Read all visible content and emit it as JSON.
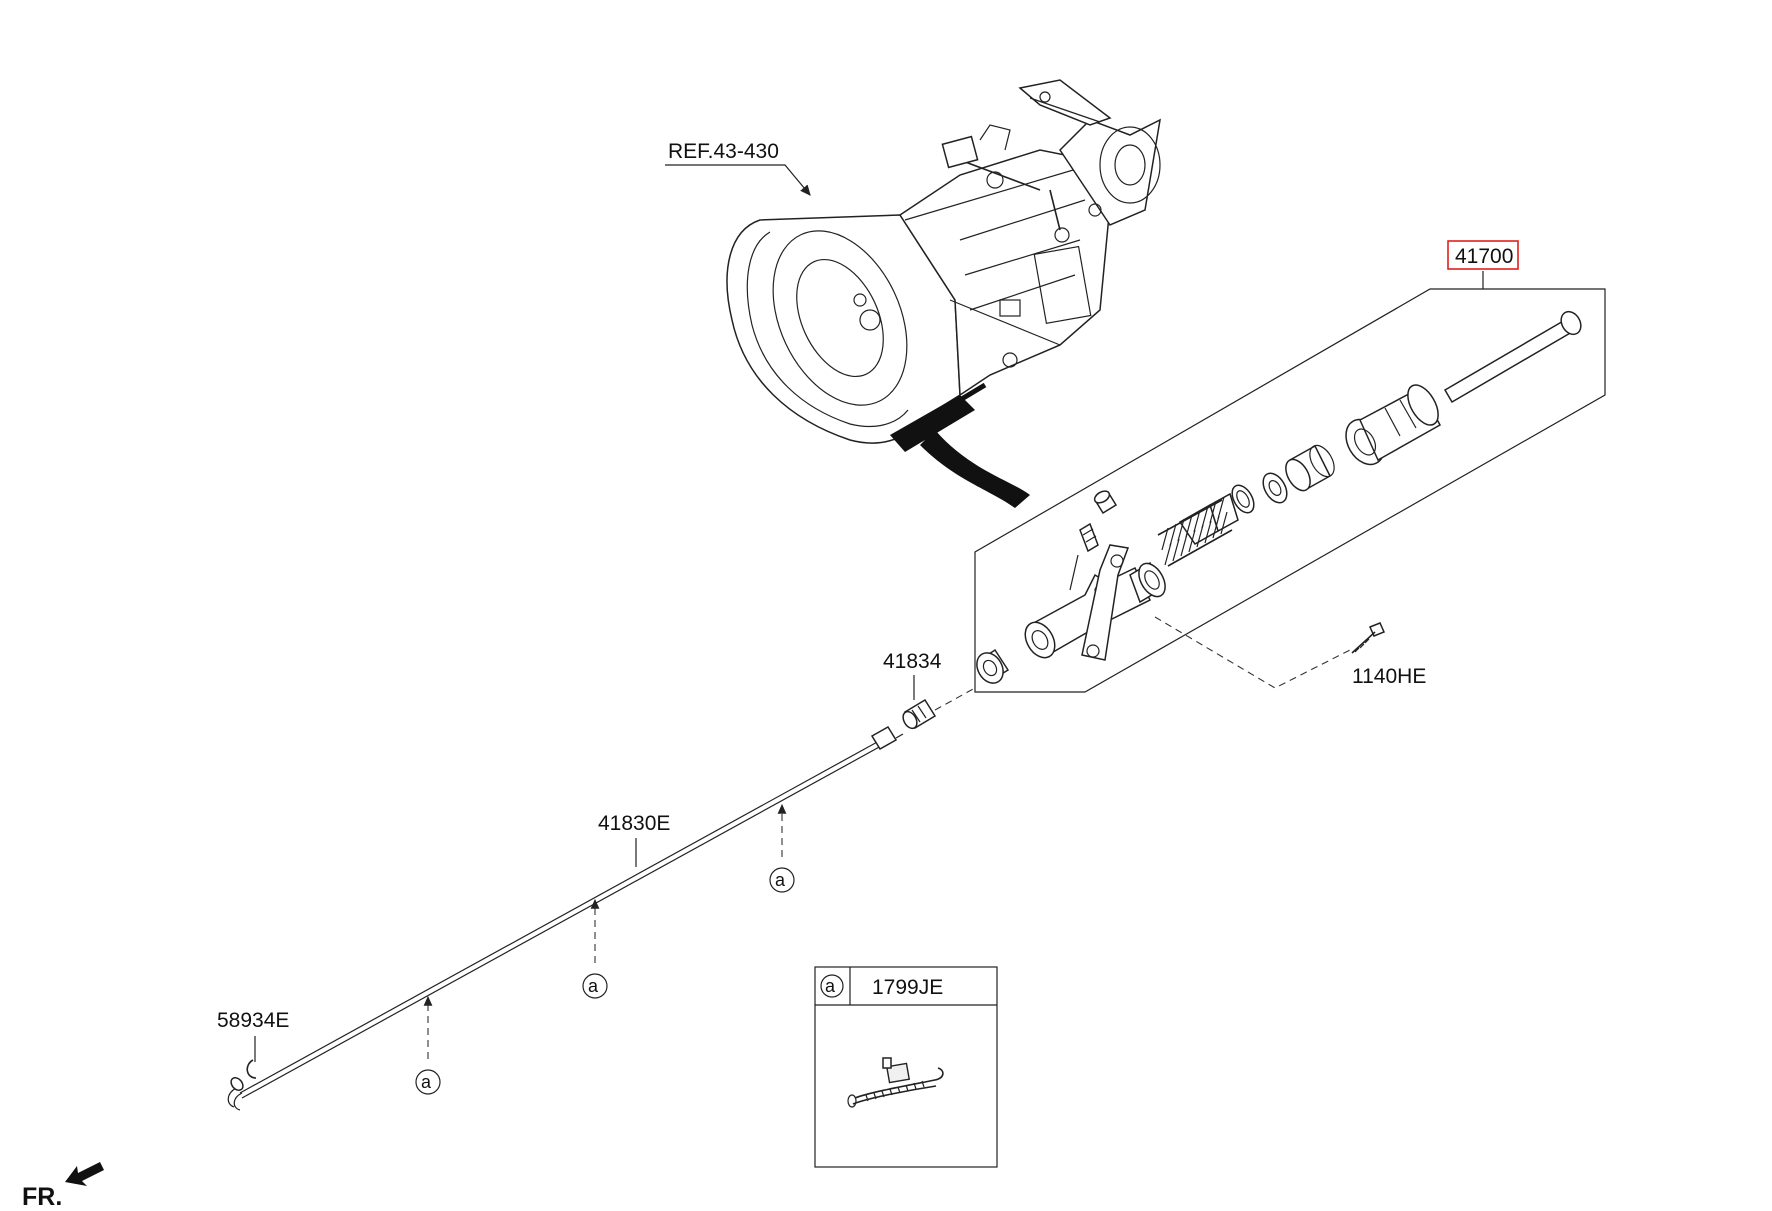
{
  "labels": {
    "ref": "REF.43-430",
    "assembly": "41700",
    "bolt": "1140HE",
    "fitting": "41834",
    "tube": "41830E",
    "clip": "58934E",
    "front": "FR."
  },
  "callout": {
    "marker": "a",
    "part": "1799JE"
  },
  "colors": {
    "highlight_box": "#e0201b",
    "line": "#222222"
  }
}
